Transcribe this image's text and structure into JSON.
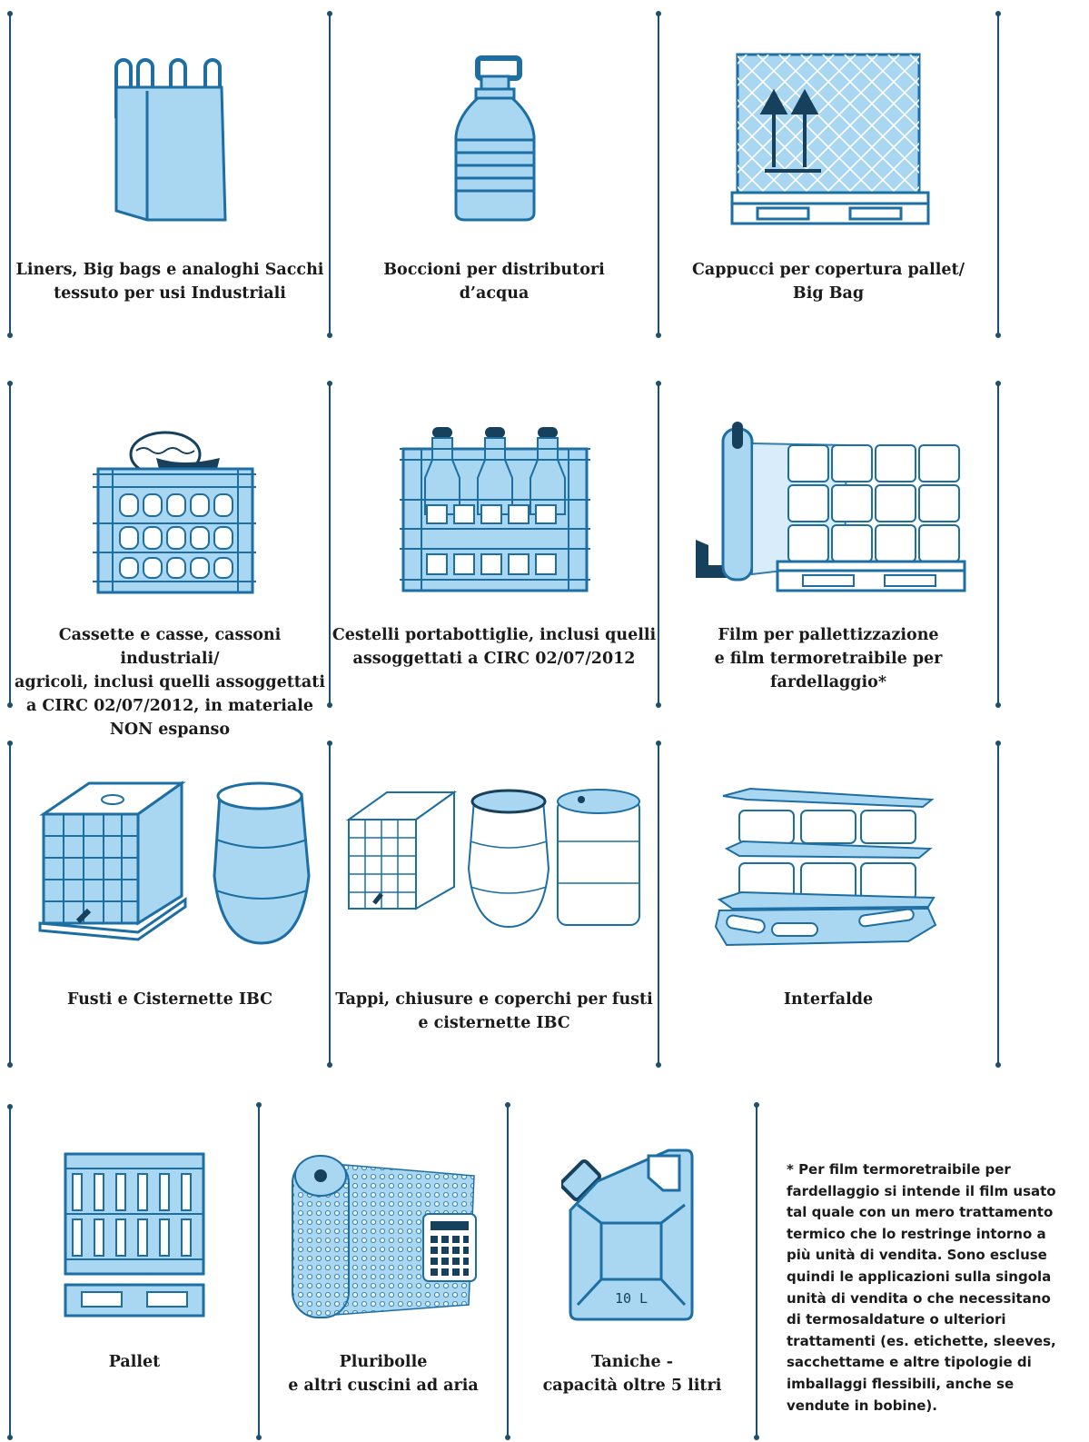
{
  "items": [
    {
      "caption": "Liners, Big bags e analoghi Sacchi\ntessuto per usi Industriali",
      "icon": "big-bag-icon"
    },
    {
      "caption": "Boccioni per distributori\nd’acqua",
      "icon": "water-jug-icon"
    },
    {
      "caption": "Cappucci per copertura pallet/\nBig Bag",
      "icon": "pallet-cover-icon"
    },
    {
      "caption": "Cassette e casse, cassoni industriali/\nagricoli, inclusi quelli assoggettati\na CIRC 02/07/2012, in materiale\nNON espanso",
      "icon": "crate-icon"
    },
    {
      "caption": "Cestelli portabottiglie, inclusi quelli\nassoggettati a CIRC 02/07/2012",
      "icon": "bottle-crate-icon"
    },
    {
      "caption": "Film per pallettizzazione\ne film termoretraibile per fardellaggio*",
      "icon": "stretch-film-icon"
    },
    {
      "caption": "Fusti e Cisternette IBC",
      "icon": "ibc-drum-icon"
    },
    {
      "caption": "Tappi, chiusure e coperchi per fusti\ne cisternette IBC",
      "icon": "caps-drums-icon"
    },
    {
      "caption": "Interfalde",
      "icon": "layer-pads-icon"
    },
    {
      "caption": "Pallet",
      "icon": "pallet-icon"
    },
    {
      "caption": "Pluribolle\ne altri cuscini ad aria",
      "icon": "bubble-wrap-icon"
    },
    {
      "caption": "Taniche -\ncapacità oltre 5 litri",
      "icon": "jerrycan-icon"
    }
  ],
  "jerrycan_label": "10 L",
  "footnote": "* Per film termoretraibile per fardellaggio si intende il film usato tal quale con un mero trattamento termico che lo restringe intorno a più unità di vendita. Sono escluse quindi le applicazioni sulla singola unità di vendita o che necessitano di termosaldature o ulteriori trattamenti (es. etichette, sleeves, sacchettame e altre tipologie di imballaggi flessibili, anche se vendute in bobine).",
  "colors": {
    "fill": "#a9d6f0",
    "stroke": "#1d6fa3",
    "dark": "#16405c",
    "divider": "#1d4f6e"
  }
}
